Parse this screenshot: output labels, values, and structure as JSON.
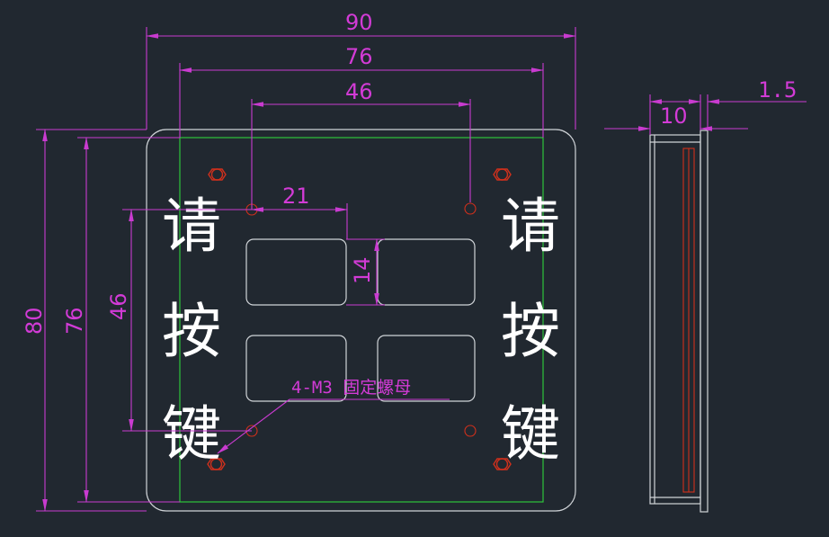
{
  "colors": {
    "background": "#212830",
    "dimension": "#c93bd0",
    "outline": "#d0d4d8",
    "inner_border": "#2ec53a",
    "holes": "#d0301c",
    "text": "#ffffff"
  },
  "dimensions": {
    "width_90": "90",
    "width_76": "76",
    "width_46": "46",
    "spacing_21": "21",
    "height_14": "14",
    "height_80": "80",
    "height_76": "76",
    "height_46": "46",
    "side_10": "10",
    "side_1_5": "1.5"
  },
  "callout": {
    "nut_label": "4-M3 固定螺母"
  },
  "panel_label": {
    "left": [
      "请",
      "按",
      "键"
    ],
    "right": [
      "请",
      "按",
      "键"
    ]
  }
}
